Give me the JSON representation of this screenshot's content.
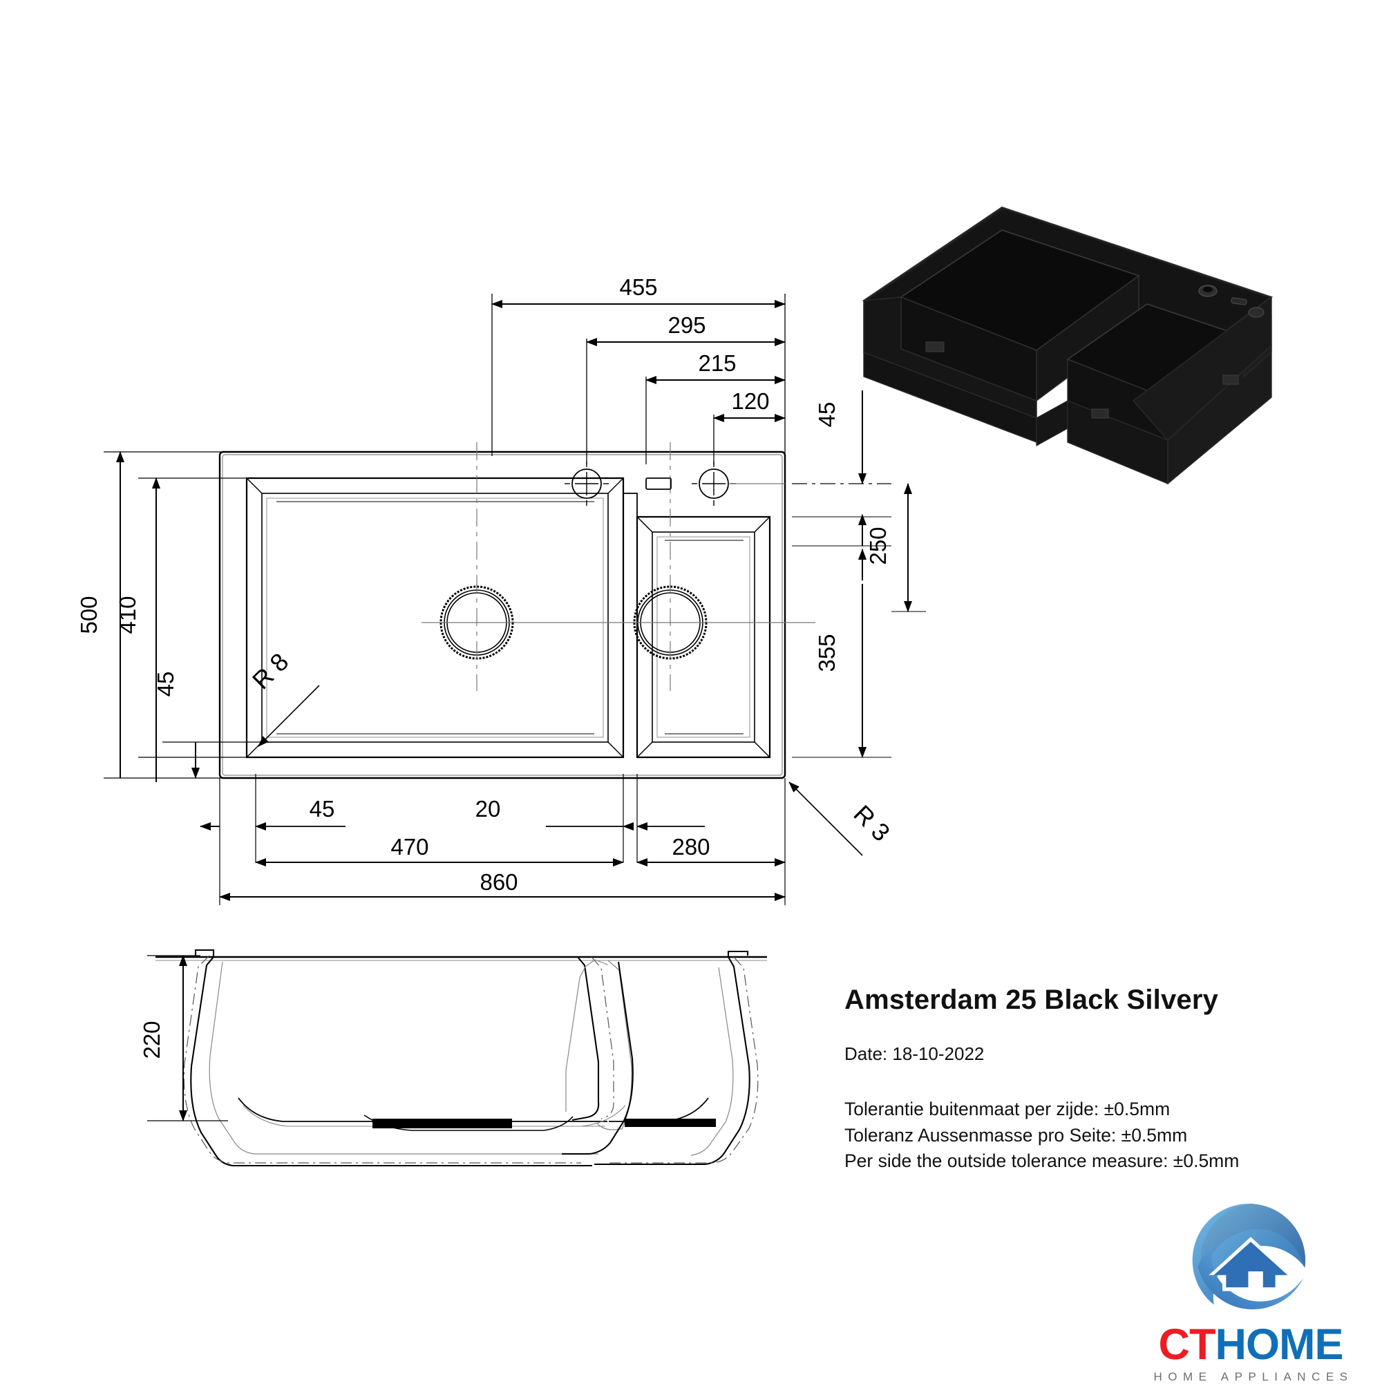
{
  "drawing": {
    "title": "Amsterdam 25 Black Silvery",
    "date_label": "Date: 18-10-2022",
    "tolerances": [
      "Tolerantie buitenmaat per zijde: ±0.5mm",
      "Toleranz Aussenmasse pro Seite: ±0.5mm",
      "Per side the outside tolerance measure: ±0.5mm"
    ],
    "dimensions": {
      "top_455": "455",
      "top_295": "295",
      "top_215": "215",
      "top_120": "120",
      "right_45": "45",
      "right_250": "250",
      "right_355": "355",
      "left_500": "500",
      "left_410": "410",
      "left_45": "45",
      "bottom_45": "45",
      "bottom_20": "20",
      "bottom_470": "470",
      "bottom_280": "280",
      "bottom_860": "860",
      "radius_8": "R 8",
      "radius_3": "R 3",
      "section_220": "220"
    }
  },
  "logo": {
    "word_ct": "CT",
    "word_home": "HOME",
    "tagline": "HOME APPLIANCES",
    "colors": {
      "red": "#ed1c24",
      "blue": "#0f6fb8",
      "orange": "#f26524",
      "light_blue": "#4aa3dc",
      "gray": "#6d6e71"
    }
  },
  "chart_data": {
    "type": "table",
    "title": "Amsterdam 25 Black Silvery — kitchen sink technical drawing",
    "views": [
      "top plan view",
      "front cross-section",
      "3D isometric render"
    ],
    "unit": "mm",
    "measurements": [
      {
        "label": "455",
        "axis": "horizontal",
        "view": "top",
        "meaning": "edge to left tap hole centre reference"
      },
      {
        "label": "295",
        "axis": "horizontal",
        "view": "top",
        "meaning": "right edge to small bowl centre"
      },
      {
        "label": "215",
        "axis": "horizontal",
        "view": "top",
        "meaning": "right edge to first tap hole"
      },
      {
        "label": "120",
        "axis": "horizontal",
        "view": "top",
        "meaning": "right edge to second tap hole"
      },
      {
        "label": "45",
        "axis": "vertical",
        "view": "top-right",
        "meaning": "top edge to tap hole centreline"
      },
      {
        "label": "250",
        "axis": "vertical",
        "view": "top-right",
        "meaning": "small bowl height span"
      },
      {
        "label": "355",
        "axis": "vertical",
        "view": "top-right",
        "meaning": "tap centreline to bottom of bowl"
      },
      {
        "label": "500",
        "axis": "vertical",
        "view": "top-left",
        "meaning": "overall sink depth"
      },
      {
        "label": "410",
        "axis": "vertical",
        "view": "top-left",
        "meaning": "bowl internal depth"
      },
      {
        "label": "45",
        "axis": "vertical",
        "view": "top-left",
        "meaning": "bottom rim margin"
      },
      {
        "label": "45",
        "axis": "horizontal",
        "view": "bottom",
        "meaning": "left rim margin"
      },
      {
        "label": "20",
        "axis": "horizontal",
        "view": "bottom",
        "meaning": "divider width between bowls"
      },
      {
        "label": "470",
        "axis": "horizontal",
        "view": "bottom",
        "meaning": "large bowl width"
      },
      {
        "label": "280",
        "axis": "horizontal",
        "view": "bottom",
        "meaning": "small bowl width"
      },
      {
        "label": "860",
        "axis": "horizontal",
        "view": "bottom",
        "meaning": "overall sink width"
      },
      {
        "label": "R 8",
        "axis": "radius",
        "view": "top",
        "meaning": "bowl corner radius"
      },
      {
        "label": "R 3",
        "axis": "radius",
        "view": "top",
        "meaning": "outer rim corner radius"
      },
      {
        "label": "220",
        "axis": "vertical",
        "view": "section",
        "meaning": "bowl depth"
      }
    ],
    "xlabel": "",
    "ylabel": "",
    "grid": false,
    "legend": "none"
  }
}
